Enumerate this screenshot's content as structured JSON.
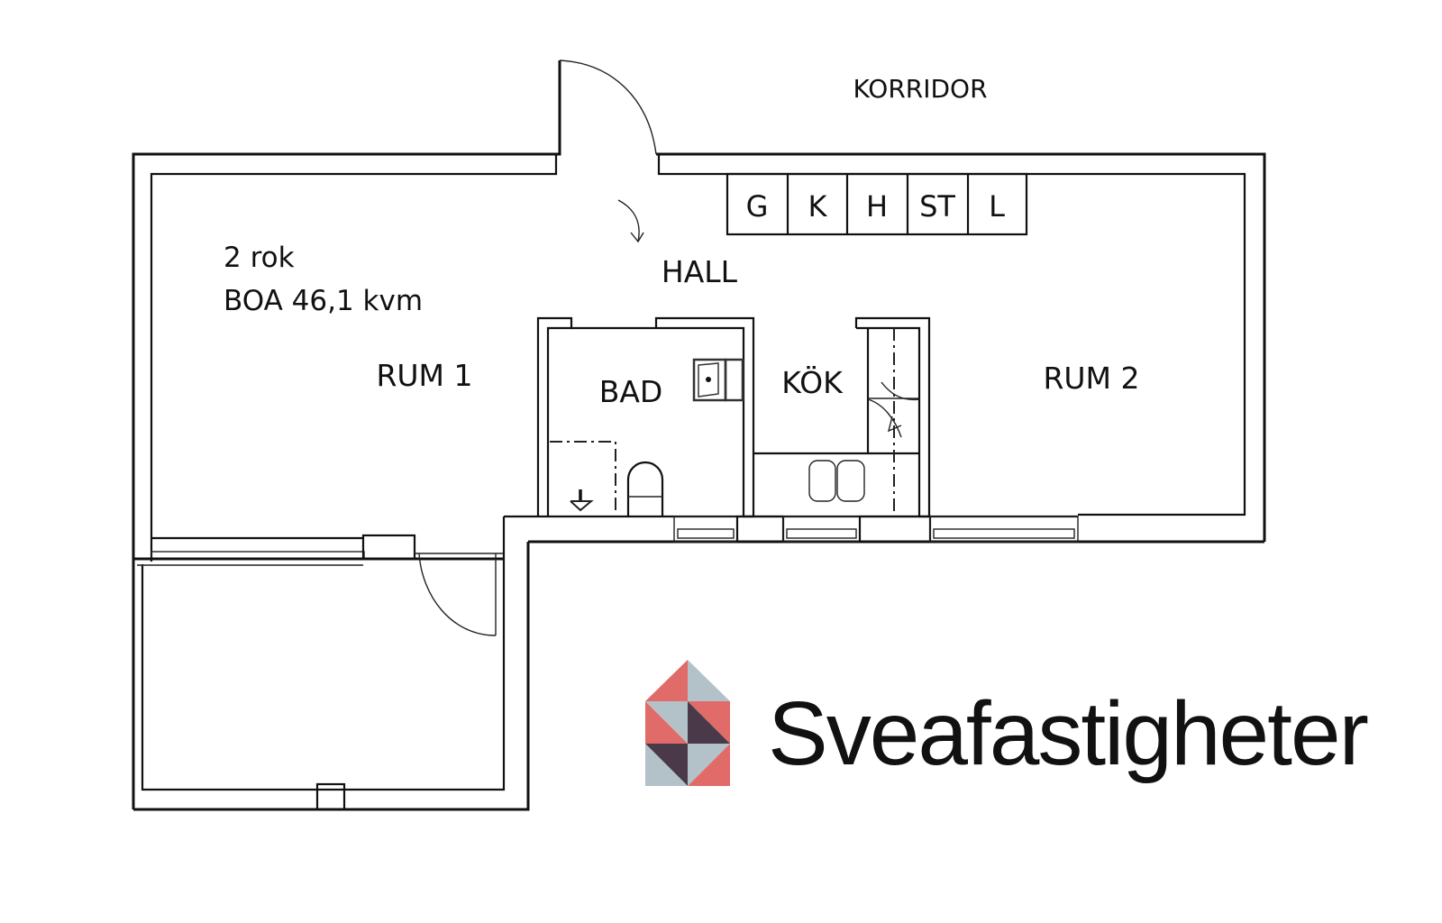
{
  "plan": {
    "corridor_label": "KORRIDOR",
    "hall_label": "HALL",
    "apartment_type": "2 rok",
    "area": "BOA 46,1 kvm",
    "rooms": {
      "rum1": "RUM 1",
      "rum2": "RUM 2",
      "bad": "BAD",
      "kok": "KÖK"
    },
    "closets": [
      "G",
      "K",
      "H",
      "ST",
      "L"
    ]
  },
  "brand": {
    "name": "Sveafastigheter",
    "colors": {
      "coral": "#E06B68",
      "grey": "#B3C2C8",
      "plum": "#4A3A49"
    }
  }
}
